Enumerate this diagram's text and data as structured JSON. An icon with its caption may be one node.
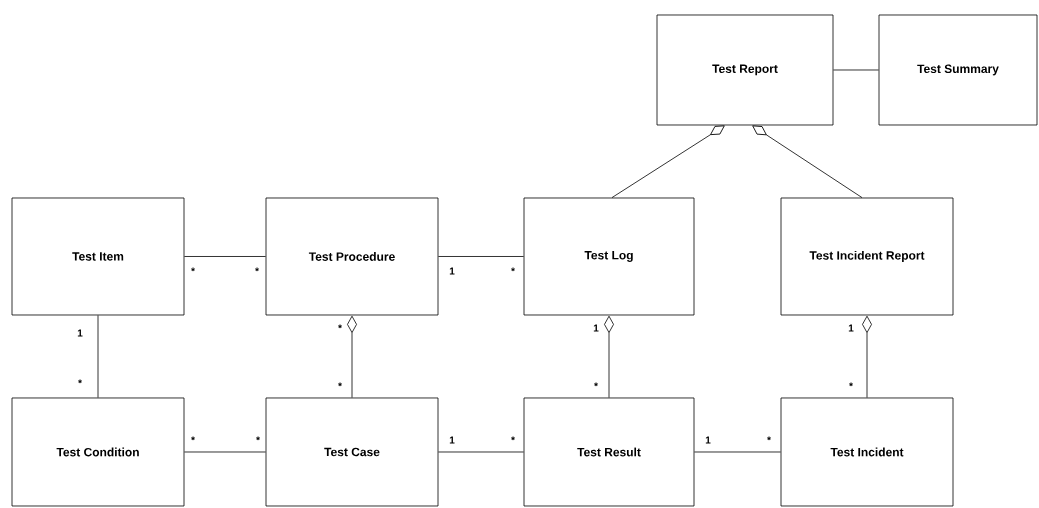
{
  "diagram": {
    "nodes": [
      {
        "text": [
          "Test Report"
        ]
      },
      {
        "text": [
          "Test Summary"
        ]
      },
      {
        "text": [
          "Test Item"
        ]
      },
      {
        "text": [
          "Test Procedure"
        ]
      },
      {
        "text": [
          "Test Log"
        ]
      },
      {
        "text": [
          "Test Incident Report"
        ]
      },
      {
        "text": [
          "Test Condition"
        ]
      },
      {
        "text": [
          "Test Case"
        ]
      },
      {
        "text": [
          "Test Result"
        ]
      },
      {
        "text": [
          "Test Incident"
        ]
      }
    ],
    "edges": [
      {
        "from": 0,
        "to": 1,
        "arrow": "none"
      },
      {
        "from": 0,
        "to": 4,
        "arrow": "other"
      },
      {
        "from": 0,
        "to": 5,
        "arrow": "other"
      },
      {
        "from": 2,
        "to": 3,
        "arrow": "none"
      },
      {
        "from": 3,
        "to": 4,
        "arrow": "none"
      },
      {
        "from": 2,
        "to": 6,
        "arrow": "none"
      },
      {
        "from": 3,
        "to": 7,
        "arrow": "other"
      },
      {
        "from": 4,
        "to": 8,
        "arrow": "other"
      },
      {
        "from": 5,
        "to": 9,
        "arrow": "other"
      },
      {
        "from": 6,
        "to": 7,
        "arrow": "none"
      },
      {
        "from": 7,
        "to": 8,
        "arrow": "none"
      },
      {
        "from": 8,
        "to": 9,
        "arrow": "none"
      }
    ],
    "labels": [
      "*",
      "*",
      "1",
      "*",
      "1",
      "*",
      "1",
      "1",
      "*",
      "*",
      "*",
      "*",
      "*",
      "*",
      "1",
      "*",
      "1",
      "*"
    ]
  }
}
